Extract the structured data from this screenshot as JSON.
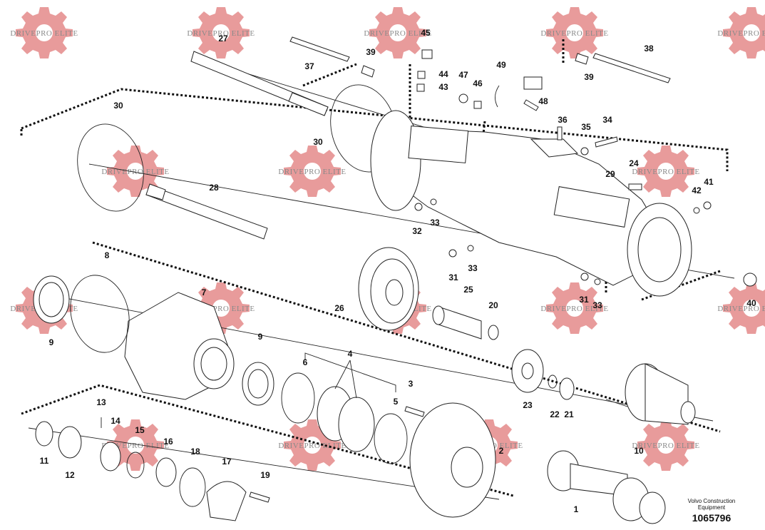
{
  "watermark_text": "DRIVEPRO ELITE",
  "footer": {
    "brand": "Volvo Construction Equipment",
    "figure_id": "1065796"
  },
  "callouts": [
    "1",
    "2",
    "3",
    "4",
    "5",
    "6",
    "7",
    "8",
    "9",
    "9",
    "10",
    "11",
    "12",
    "13",
    "14",
    "15",
    "16",
    "17",
    "18",
    "19",
    "20",
    "21",
    "22",
    "23",
    "24",
    "25",
    "26",
    "27",
    "28",
    "29",
    "30",
    "30",
    "31",
    "31",
    "32",
    "33",
    "33",
    "33",
    "34",
    "35",
    "36",
    "37",
    "38",
    "39",
    "39",
    "40",
    "41",
    "42",
    "43",
    "44",
    "45",
    "46",
    "47",
    "48",
    "49"
  ],
  "colors": {
    "watermark_gear": "#e07a7a",
    "ink": "#222222",
    "background": "#ffffff"
  }
}
